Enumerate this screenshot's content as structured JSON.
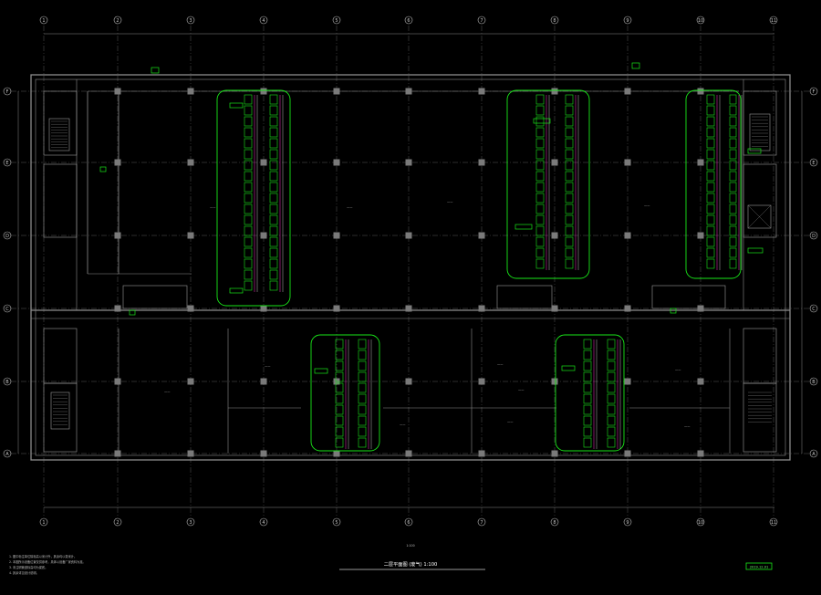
{
  "drawing": {
    "columns_top": [
      "1",
      "2",
      "3",
      "4",
      "5",
      "6",
      "7",
      "8",
      "9",
      "10",
      "11"
    ],
    "columns_bottom": [
      "1",
      "2",
      "3",
      "4",
      "5",
      "6",
      "7",
      "8",
      "9",
      "10",
      "11"
    ],
    "rows": [
      "F",
      "E",
      "D",
      "C",
      "B",
      "A"
    ],
    "scale_label": "1:100",
    "title": "二层平面图 (废气) 1:100",
    "stamp": "2019.12.01",
    "notes": [
      "1. 图中标注单位除标高以米计外，其余均以毫米计。",
      "2. 本图所示设备位置仅供参考，具体以设备厂家资料为准。",
      "3. 未注明管道标高均为梁底。",
      "4. 其余详见设计说明。"
    ]
  },
  "colors": {
    "background": "#000000",
    "linework": "#9a9a9a",
    "equipment": "#19e619",
    "accent": "#ff33cc"
  }
}
